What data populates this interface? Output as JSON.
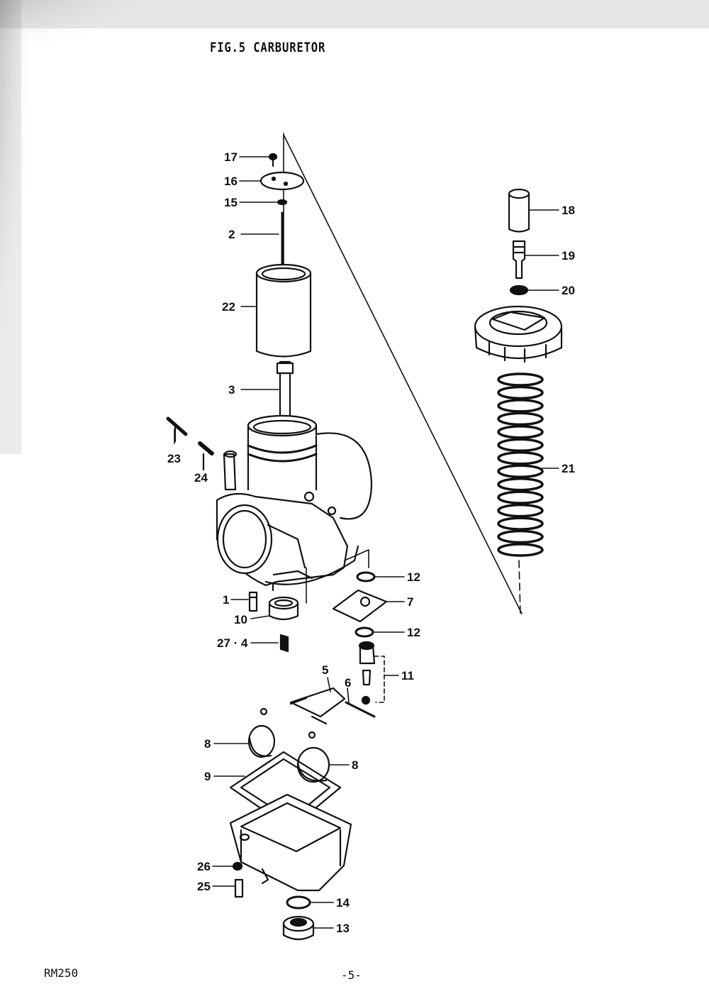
{
  "title": "FIG.5  CARBURETOR",
  "footer": {
    "model": "RM250",
    "page": "-5-"
  },
  "callouts": {
    "c17": "17",
    "c16": "16",
    "c15": "15",
    "c2": "2",
    "c22": "22",
    "c3": "3",
    "c23": "23",
    "c24": "24",
    "c1": "1",
    "c10": "10",
    "c27_4": "27 · 4",
    "c5": "5",
    "c6": "6",
    "c11": "11",
    "c12a": "12",
    "c7": "7",
    "c12b": "12",
    "c8a": "8",
    "c8b": "8",
    "c9": "9",
    "c26": "26",
    "c25": "25",
    "c14": "14",
    "c13": "13",
    "c18": "18",
    "c19": "19",
    "c20": "20",
    "c21": "21"
  }
}
